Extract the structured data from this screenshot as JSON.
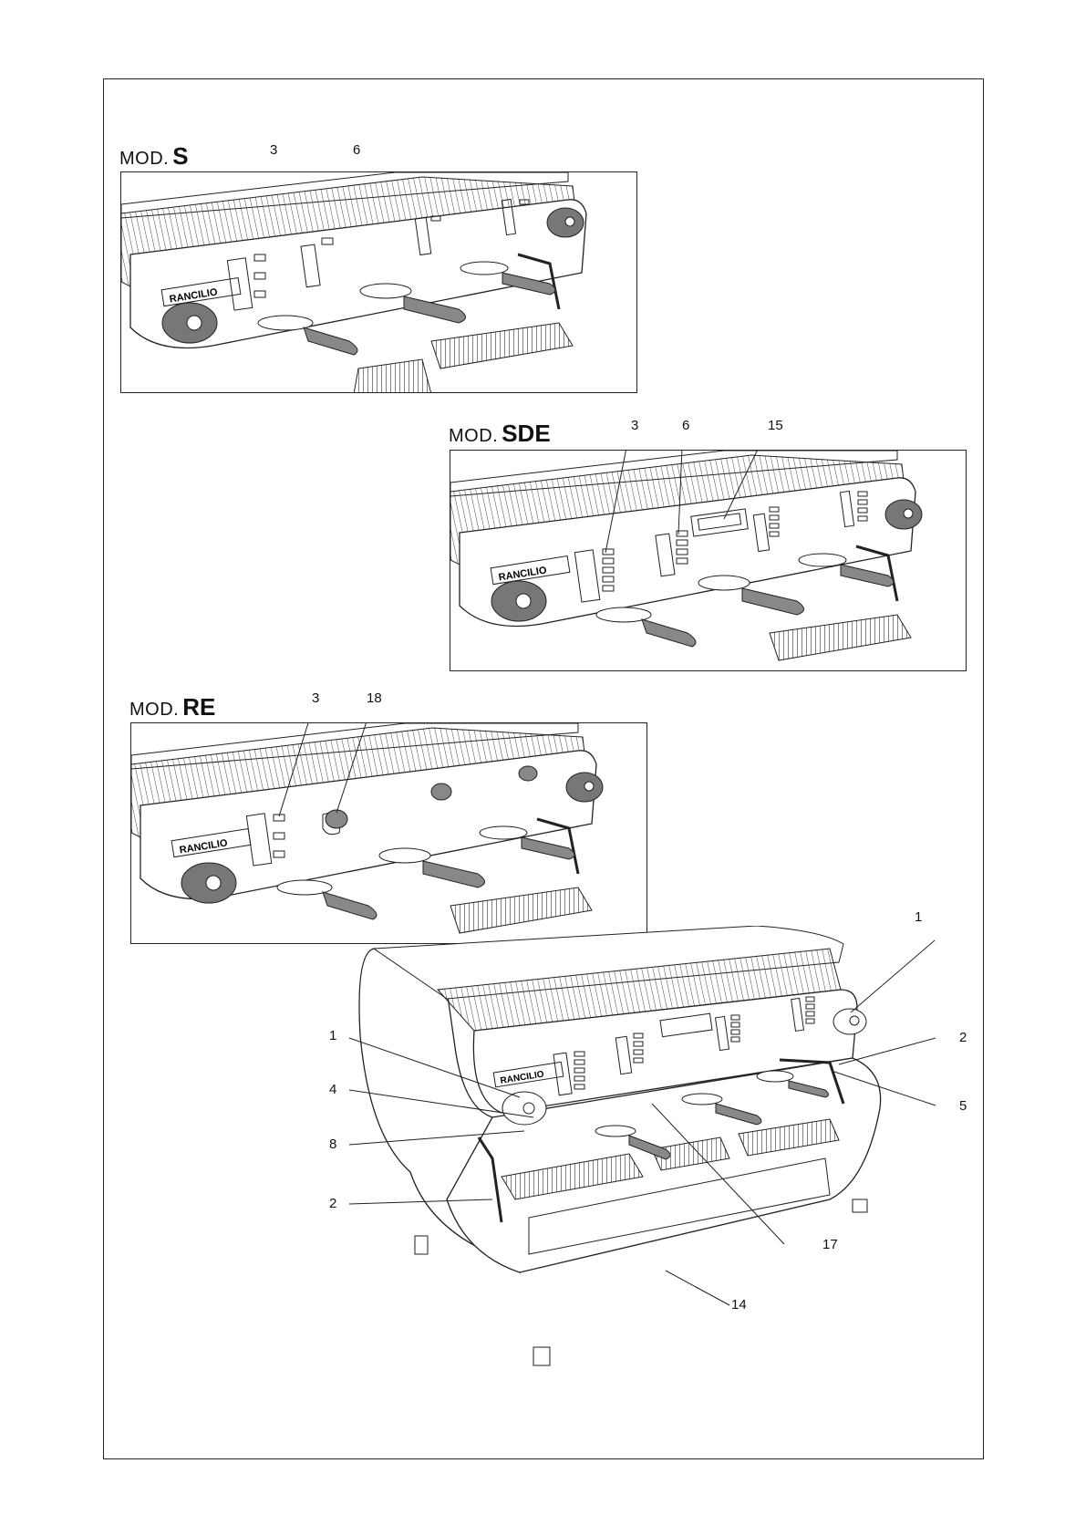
{
  "models": [
    {
      "prefix": "MOD.",
      "name": "S",
      "callouts": [
        "3",
        "6"
      ]
    },
    {
      "prefix": "MOD.",
      "name": "SDE",
      "callouts": [
        "3",
        "6",
        "15"
      ]
    },
    {
      "prefix": "MOD.",
      "name": "RE",
      "callouts": [
        "3",
        "18"
      ]
    }
  ],
  "brand_logo": "RANCILIO",
  "main_callouts": {
    "top_right": "1",
    "left": [
      "1",
      "4",
      "8",
      "2"
    ],
    "right": [
      "2",
      "5"
    ],
    "bottom": [
      "17",
      "14"
    ]
  }
}
